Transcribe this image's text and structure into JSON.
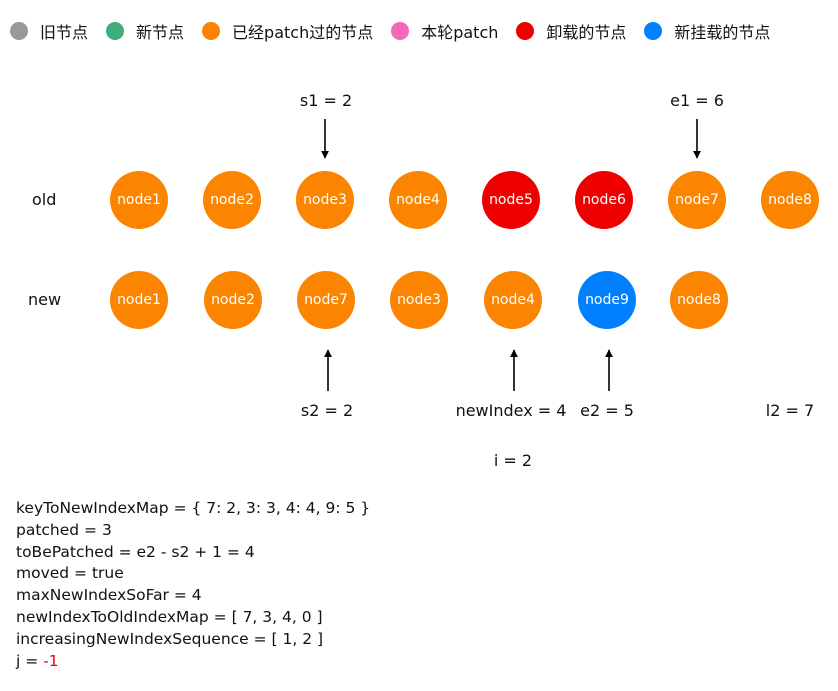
{
  "colors": {
    "old_node": "#999999",
    "new_node": "#3dae7b",
    "patched": "#fb8500",
    "current_patch": "#f767b8",
    "unmounted": "#ef0000",
    "new_mounted": "#0080ff",
    "negative_value": "#e8000b"
  },
  "legend": [
    {
      "label": "旧节点",
      "color": "#999999"
    },
    {
      "label": "新节点",
      "color": "#3dae7b"
    },
    {
      "label": "已经patch过的节点",
      "color": "#fb8500"
    },
    {
      "label": "本轮patch",
      "color": "#f767b8"
    },
    {
      "label": "卸载的节点",
      "color": "#ef0000"
    },
    {
      "label": "新挂载的节点",
      "color": "#0080ff"
    }
  ],
  "rows": {
    "old": {
      "label": "old",
      "nodes": [
        {
          "label": "node1",
          "color": "#fb8500"
        },
        {
          "label": "node2",
          "color": "#fb8500"
        },
        {
          "label": "node3",
          "color": "#fb8500"
        },
        {
          "label": "node4",
          "color": "#fb8500"
        },
        {
          "label": "node5",
          "color": "#ef0000"
        },
        {
          "label": "node6",
          "color": "#ef0000"
        },
        {
          "label": "node7",
          "color": "#fb8500"
        },
        {
          "label": "node8",
          "color": "#fb8500"
        }
      ]
    },
    "new": {
      "label": "new",
      "nodes": [
        {
          "label": "node1",
          "color": "#fb8500"
        },
        {
          "label": "node2",
          "color": "#fb8500"
        },
        {
          "label": "node7",
          "color": "#fb8500"
        },
        {
          "label": "node3",
          "color": "#fb8500"
        },
        {
          "label": "node4",
          "color": "#fb8500"
        },
        {
          "label": "node9",
          "color": "#0080ff"
        },
        {
          "label": "node8",
          "color": "#fb8500"
        }
      ]
    }
  },
  "pointers": {
    "s1": "s1 = 2",
    "e1": "e1 = 6",
    "s2": "s2 = 2",
    "newIndex": "newIndex = 4",
    "e2": "e2 = 5",
    "l2": "l2 = 7",
    "i": "i = 2"
  },
  "info": {
    "keyToNewIndexMap": "keyToNewIndexMap = { 7: 2, 3: 3, 4: 4, 9: 5 }",
    "patched": "patched = 3",
    "toBePatched": "toBePatched = e2 - s2 + 1 = 4",
    "moved": "moved = true",
    "maxNewIndexSoFar": "maxNewIndexSoFar = 4",
    "newIndexToOldIndexMap": "newIndexToOldIndexMap = [ 7, 3, 4, 0 ]",
    "increasingNewIndexSequence": "increasingNewIndexSequence = [ 1, 2 ]",
    "j_prefix": "j = ",
    "j_value": "-1"
  }
}
